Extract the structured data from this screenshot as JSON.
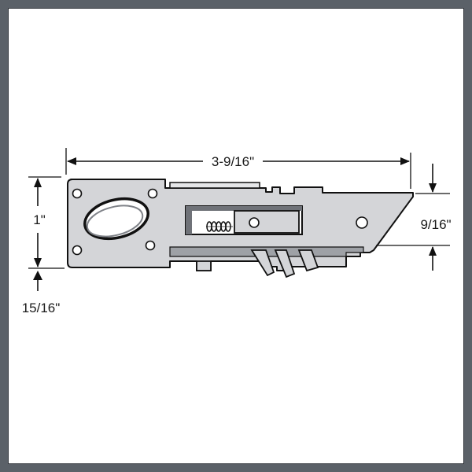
{
  "colors": {
    "frame": "#5b6168",
    "part_fill": "#d4d5d8",
    "outline": "#111111",
    "background": "#ffffff"
  },
  "dimensions": {
    "length": "3-9/16\"",
    "height": "1\"",
    "lower_offset": "15/16\"",
    "tip_height": "9/16\""
  }
}
